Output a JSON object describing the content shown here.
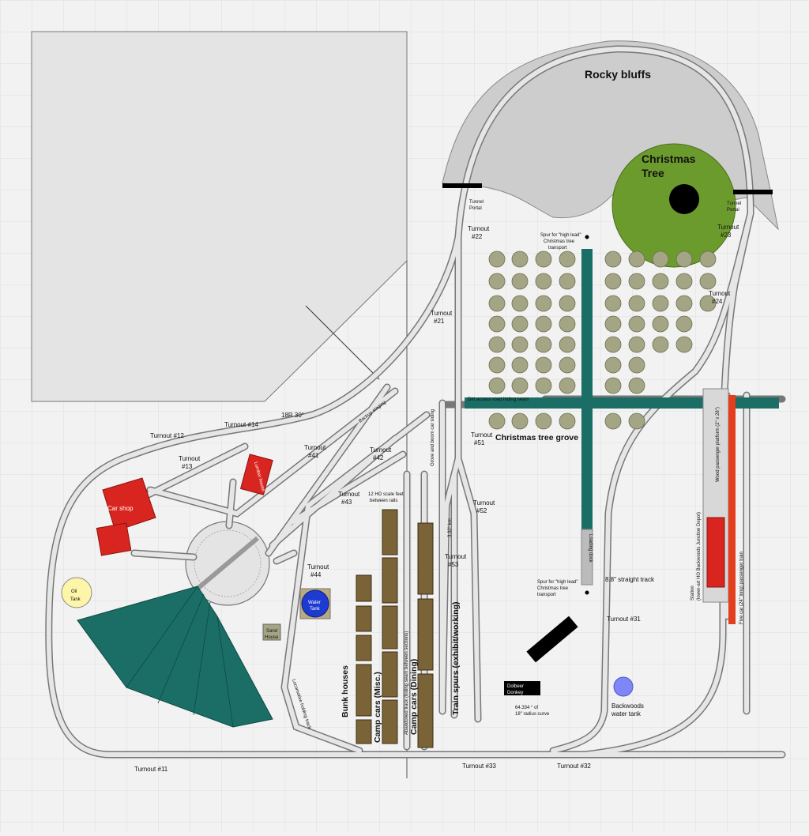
{
  "labels": {
    "rocky_bluffs": "Rocky bluffs",
    "christmas_line1": "Christmas",
    "christmas_line2": "Tree",
    "tunnel_portal": "Tunnel",
    "tunnel_portal2": "Portal",
    "turnout": "Turnout",
    "t22": "#22",
    "t23": "#23",
    "t24": "#24",
    "t21": "#21",
    "t41": "#41",
    "t42": "#42",
    "t43": "#43",
    "t44": "#44",
    "t51": "#51",
    "t52": "#52",
    "t53": "#53",
    "t12": "Turnout #12",
    "t13a": "Turnout",
    "t13b": "#13",
    "t14": "Turnout #14",
    "t11": "Turnout #11",
    "t31": "Turnout #31",
    "t32": "Turnout #32",
    "t33": "Turnout #33",
    "radius_18": "18R 30°",
    "spur_high_lead_top1": "Spur for \"high lead\"",
    "spur_high_lead_top2": "Christmas tree",
    "spur_high_lead_top3": "transport",
    "spur_high_lead_bot1": "Spur for \"high lead\"",
    "spur_high_lead_bot2": "Christmas tree",
    "spur_high_lead_bot3": "transport",
    "dirt_road": "Dirt access road hiding seam",
    "tree_grove": "Christmas tree grove",
    "loading_dock": "Loading dock",
    "straight_track": "8.8\" straight track",
    "car_shop": "Car shop",
    "oil_tank1": "Oil",
    "oil_tank2": "Tank",
    "water_tank1": "Water",
    "water_tank2": "Tank",
    "sand_house1": "Sand",
    "sand_house2": "House",
    "lumber": "Lumber house",
    "bunk_houses": "Bunk houses",
    "camp_cars_misc": "Camp cars (Misc.)",
    "camp_cars_dining": "Camp cars (Dining)",
    "abandoned_track": "Abandoned track (hiding seam between sections)",
    "train_spurs": "Train spurs (exhibit/working)",
    "hd_scale": "12 HO scale feet",
    "hd_scale2": "between rails",
    "grove_siding": "Grove and boom car siding",
    "backwoods_tank1": "Backwoods",
    "backwoods_tank2": "water tank",
    "dolbeer1": "Dolbeer",
    "dolbeer2": "Donkey",
    "curve1": "64.334 ° of",
    "curve2": "18\" radius curve",
    "wood_platform": "Wood passenger platform (2\" x 28\")",
    "station": "Station",
    "station2": "(lower-art HO Backwoods Junction Depot)",
    "passenger_train": "Five car (24\" long) passenger train",
    "loco_holding": "Locomotive holding track",
    "propagation": "Backup staging",
    "scale_32": "3.32° km"
  },
  "colors": {
    "background": "#f2f2f2",
    "grid": "#dddddd",
    "bluff": "#cdcdcd",
    "tree": "#6c9b2d",
    "grove_tree": "#a3a585",
    "teal": "#1a6e66",
    "red": "#d9251f",
    "brown": "#7a6337",
    "rail": "#e6e6e6",
    "rail_edge": "#777777"
  }
}
